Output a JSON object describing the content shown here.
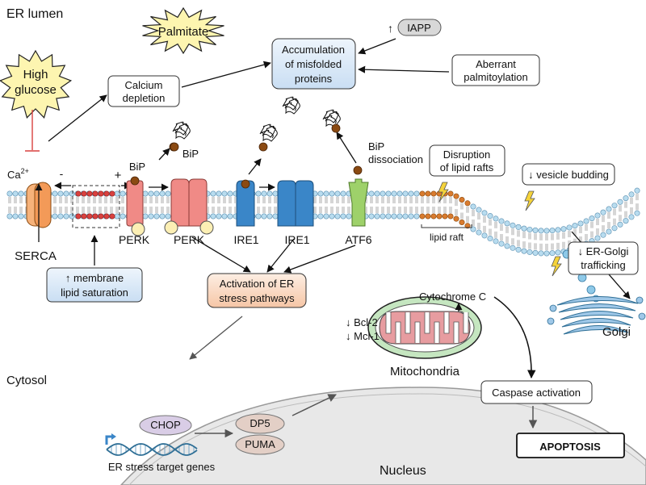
{
  "regions": {
    "er_lumen": "ER lumen",
    "cytosol": "Cytosol",
    "nucleus": "Nucleus"
  },
  "stressors": {
    "palmitate": "Palmitate",
    "high_glucose_line1": "High",
    "high_glucose_line2": "glucose"
  },
  "boxes": {
    "accumulation": [
      "Accumulation",
      "of misfolded",
      "proteins"
    ],
    "calcium": [
      "Calcium",
      "depletion"
    ],
    "aberrant": [
      "Aberrant",
      "palmitoylation"
    ],
    "iapp_arrow": "↑",
    "iapp": "IAPP",
    "disruption": [
      "Disruption",
      "of lipid rafts"
    ],
    "vesicle": "↓ vesicle budding",
    "trafficking": [
      "↓ ER-Golgi",
      "trafficking"
    ],
    "membrane_sat": [
      "↑ membrane",
      "lipid saturation"
    ],
    "activation": [
      "Activation of ER",
      "stress pathways"
    ],
    "caspase": "Caspase activation",
    "apoptosis": "APOPTOSIS"
  },
  "membrane": {
    "ca_label": "Ca",
    "ca_sup": "2+",
    "minus": "-",
    "plus": "+",
    "serca": "SERCA",
    "bip_top": "BiP",
    "bip_free": "BiP",
    "perk1": "PERK",
    "perk2": "PERK",
    "ire1_1": "IRE1",
    "ire1_2": "IRE1",
    "atf6": "ATF6",
    "bip_dissociation": [
      "BiP",
      "dissociation"
    ],
    "lipid_raft": "lipid raft"
  },
  "mito": {
    "cytochrome": "Cytochrome C",
    "bcl2": "↓ Bcl-2",
    "mcl1": "↓ Mcl-1",
    "label": "Mitochondria"
  },
  "golgi": {
    "label": "Golgi"
  },
  "nuclear": {
    "chop": "CHOP",
    "dp5": "DP5",
    "puma": "PUMA",
    "genes": "ER stress target genes"
  },
  "colors": {
    "perk": "#f08a86",
    "ire1": "#3a86c8",
    "atf6": "#9ed16a",
    "bip": "#8b4a12",
    "blue_box": "#dbe9f7",
    "orange_box": "#fbd9c2",
    "star": "#fdf5b0",
    "mito_outer": "#c5e6c0",
    "mito_inner": "#e79ca0",
    "golgi": "#9fc8e8",
    "nucleus": "#e9e9e9",
    "chop_fill": "#d9cde6",
    "dp5_fill": "#e3cfc6"
  }
}
